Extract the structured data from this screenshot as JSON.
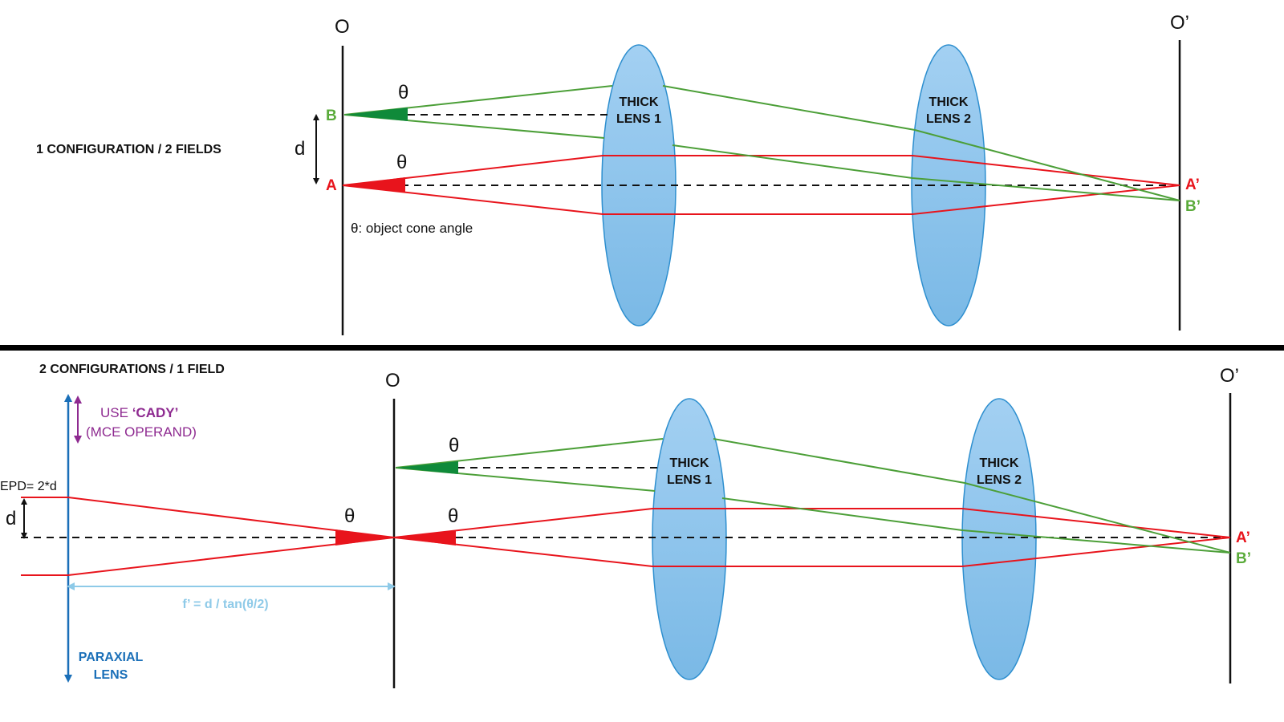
{
  "colors": {
    "field_a": "#e8141c",
    "field_b_ray": "#4c9f38",
    "field_b_cone": "#0f8a3a",
    "field_b_label": "#5aab3a",
    "lens_fill_top": "#a3d0f2",
    "lens_fill_bottom": "#7ab9e6",
    "lens_stroke": "#2e8fcf",
    "paraxial": "#1a6fb8",
    "cady": "#8e2a90",
    "focal": "#8ecae8",
    "axis": "#111111"
  },
  "top": {
    "title": "1 CONFIGURATION / 2 FIELDS",
    "object_plane_label": "O",
    "image_plane_label": "O’",
    "point_b": "B",
    "point_a": "A",
    "image_a": "A’",
    "image_b": "B’",
    "separation_label": "d",
    "theta_b": "θ",
    "theta_a": "θ",
    "cone_note": "θ: object cone angle",
    "lens1": [
      "THICK",
      "LENS 1"
    ],
    "lens2": [
      "THICK",
      "LENS 2"
    ]
  },
  "bottom": {
    "title": "2 CONFIGURATIONS / 1 FIELD",
    "object_plane_label": "O",
    "image_plane_label": "O’",
    "image_a": "A’",
    "image_b": "B’",
    "theta_left": "θ",
    "theta_b": "θ",
    "theta_a": "θ",
    "cady_line1_prefix": "USE ",
    "cady_line1_emph": "‘CADY’",
    "cady_line2": "(MCE OPERAND)",
    "epd_label": "EPD= 2*d",
    "separation_label": "d",
    "focal_label": "f’ = d / tan(θ/2)",
    "paraxial_label": [
      "PARAXIAL",
      "LENS"
    ],
    "lens1": [
      "THICK",
      "LENS 1"
    ],
    "lens2": [
      "THICK",
      "LENS 2"
    ]
  }
}
